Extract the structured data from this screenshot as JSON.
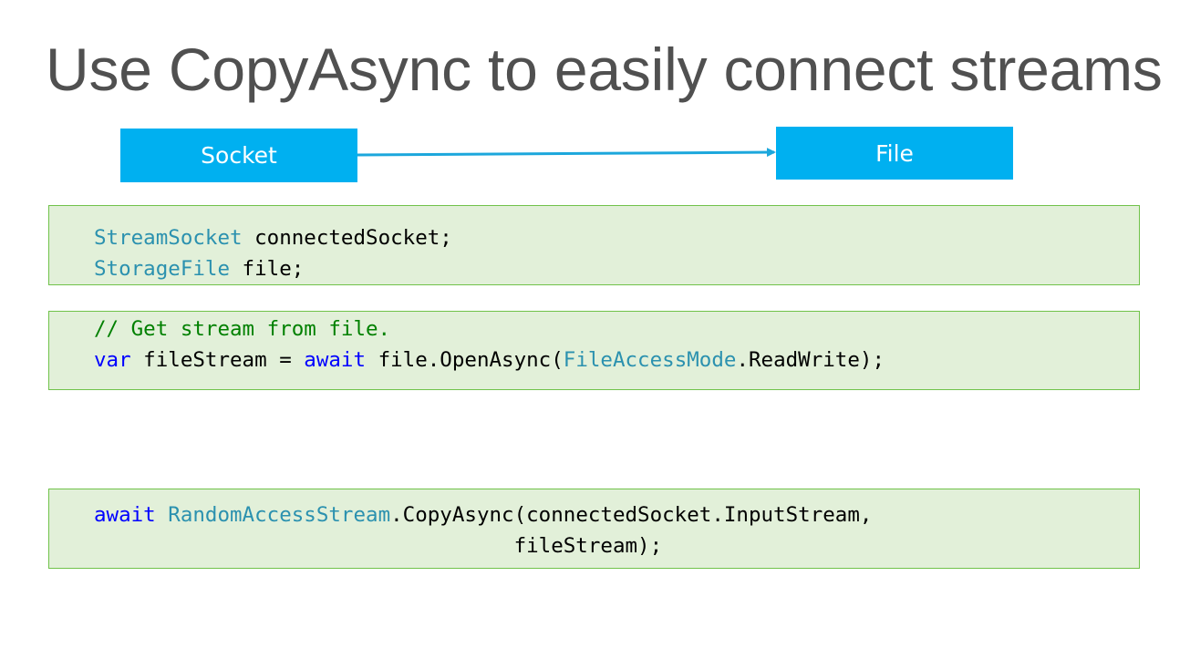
{
  "title": "Use CopyAsync to easily connect streams",
  "diagram": {
    "source_label": "Socket",
    "target_label": "File",
    "box_color": "#00b0f0",
    "arrow_color": "#1ca7dc"
  },
  "colors": {
    "code_background": "#e2f0d9",
    "code_border": "#70c24a",
    "type_color": "#2b91af",
    "keyword_color": "#0000ff",
    "comment_color": "#008000"
  },
  "code_blocks": [
    {
      "lines": [
        {
          "type": "StreamSocket",
          "rest": " connectedSocket;"
        },
        {
          "type": "StorageFile",
          "rest": " file;"
        }
      ]
    },
    {
      "comment": "// Get stream from file.",
      "line2": {
        "kw1": "var",
        "mid1": " fileStream = ",
        "kw2": "await",
        "mid2": " file.OpenAsync(",
        "type": "FileAccessMode",
        "rest": ".ReadWrite);"
      }
    },
    {
      "line1": {
        "kw": "await",
        "sp": " ",
        "type": "RandomAccessStream",
        "rest": ".CopyAsync(connectedSocket.InputStream,"
      },
      "line2": "                                  fileStream);"
    }
  ]
}
